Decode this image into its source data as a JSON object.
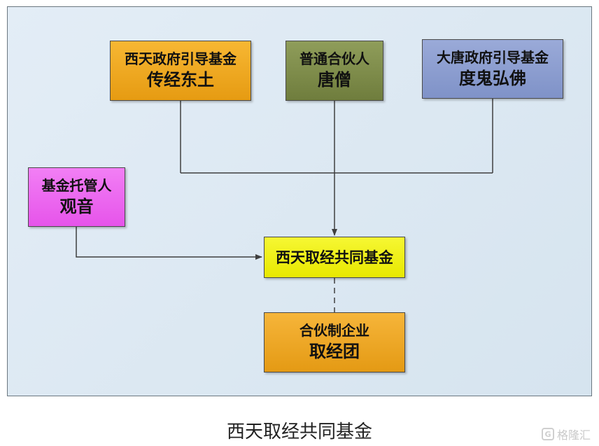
{
  "nodes": {
    "west_fund": {
      "role": "西天政府引导基金",
      "name": "传经东土"
    },
    "gp": {
      "role": "普通合伙人",
      "name": "唐僧"
    },
    "tang_fund": {
      "role": "大唐政府引导基金",
      "name": "度鬼弘佛"
    },
    "custodian": {
      "role": "基金托管人",
      "name": "观音"
    },
    "joint_fund": {
      "role": "西天取经共同基金"
    },
    "partnership": {
      "role": "合伙制企业",
      "name": "取经团"
    }
  },
  "caption": "西天取经共同基金",
  "watermark": {
    "text": "格隆汇",
    "icon": "G"
  },
  "colors": {
    "line": "#3f3f3f",
    "orange": "#f0a928",
    "olive": "#7b8a47",
    "blue": "#8a9bd0",
    "pink": "#ea63ee",
    "yellow": "#f0f015"
  }
}
